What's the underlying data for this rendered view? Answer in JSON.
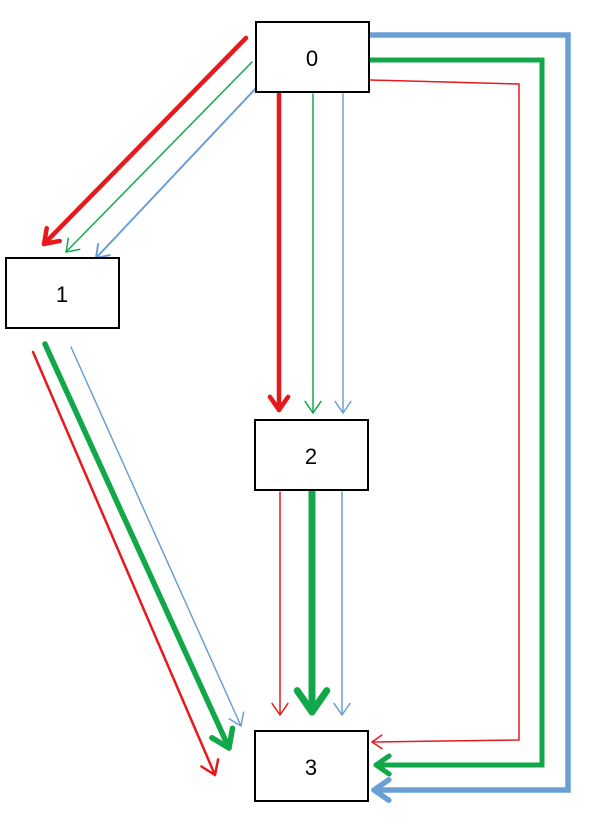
{
  "colors": {
    "red": "#e8191c",
    "green": "#12a84a",
    "blue": "#6a9fd6",
    "node_border": "#000000"
  },
  "nodes": [
    {
      "id": "0",
      "label": "0"
    },
    {
      "id": "1",
      "label": "1"
    },
    {
      "id": "2",
      "label": "2"
    },
    {
      "id": "3",
      "label": "3"
    }
  ],
  "edges": [
    {
      "from": "0",
      "to": "1",
      "color": "red",
      "weight": "heavy"
    },
    {
      "from": "0",
      "to": "1",
      "color": "green",
      "weight": "thin"
    },
    {
      "from": "0",
      "to": "1",
      "color": "blue",
      "weight": "thin"
    },
    {
      "from": "0",
      "to": "2",
      "color": "red",
      "weight": "heavy"
    },
    {
      "from": "0",
      "to": "2",
      "color": "green",
      "weight": "thin"
    },
    {
      "from": "0",
      "to": "2",
      "color": "blue",
      "weight": "thin"
    },
    {
      "from": "0",
      "to": "3",
      "color": "red",
      "weight": "thin"
    },
    {
      "from": "0",
      "to": "3",
      "color": "green",
      "weight": "heavy"
    },
    {
      "from": "0",
      "to": "3",
      "color": "blue",
      "weight": "heavy"
    },
    {
      "from": "1",
      "to": "3",
      "color": "red",
      "weight": "thin"
    },
    {
      "from": "1",
      "to": "3",
      "color": "green",
      "weight": "heavy"
    },
    {
      "from": "1",
      "to": "3",
      "color": "blue",
      "weight": "thin"
    },
    {
      "from": "2",
      "to": "3",
      "color": "red",
      "weight": "thin"
    },
    {
      "from": "2",
      "to": "3",
      "color": "green",
      "weight": "heavy"
    },
    {
      "from": "2",
      "to": "3",
      "color": "blue",
      "weight": "thin"
    }
  ]
}
